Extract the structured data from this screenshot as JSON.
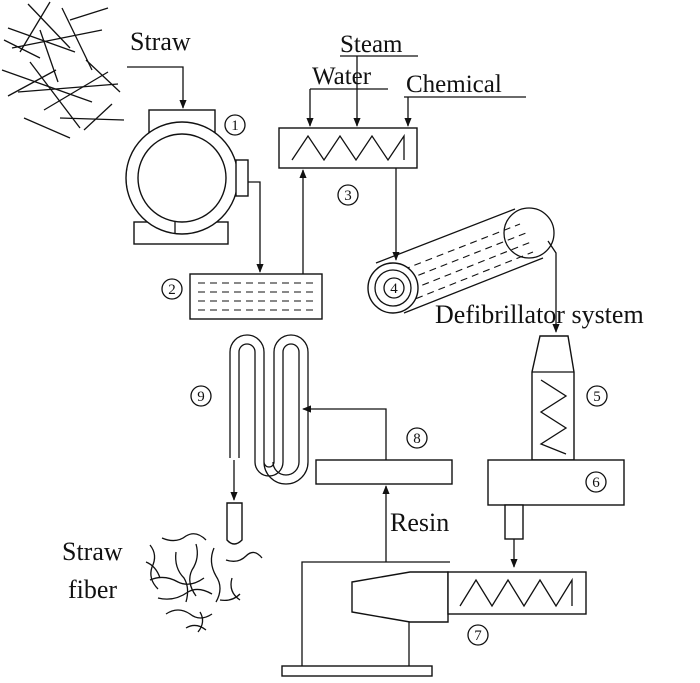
{
  "labels": {
    "straw": "Straw",
    "steam": "Steam",
    "water": "Water",
    "chemical": "Chemical",
    "defibrillator_system": "Defibrillator system",
    "resin": "Resin",
    "straw_fiber_line1": "Straw",
    "straw_fiber_line2": "fiber"
  },
  "steps": [
    "1",
    "2",
    "3",
    "4",
    "5",
    "6",
    "7",
    "8",
    "9"
  ]
}
